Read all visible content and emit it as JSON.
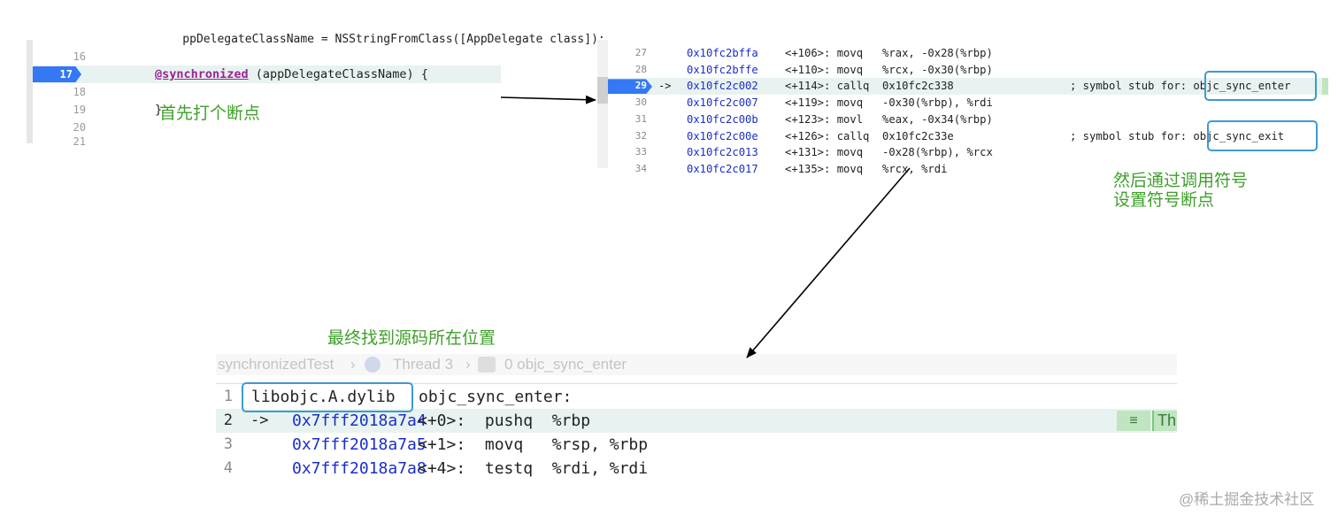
{
  "editor": {
    "lines": [
      {
        "num": "16",
        "code": ""
      },
      {
        "num": "17",
        "keyword": "@synchronized",
        "code": " (appDelegateClassName) {",
        "breakpoint": true
      },
      {
        "num": "18",
        "code": ""
      },
      {
        "num": "19",
        "code": "}"
      },
      {
        "num": "20",
        "code": ""
      }
    ]
  },
  "disasm": {
    "lines": [
      {
        "num": "27",
        "addr": "0x10fc2bffa",
        "rest": "<+106>: movq   %rax, -0x28(%rbp)",
        "comment": ""
      },
      {
        "num": "28",
        "addr": "0x10fc2bffe",
        "rest": "<+110>: movq   %rcx, -0x30(%rbp)",
        "comment": ""
      },
      {
        "num": "29",
        "arrow": "->",
        "addr": "0x10fc2c002",
        "rest": "<+114>: callq  0x10fc2c338",
        "comment": "; symbol stub for: objc_sync_enter",
        "breakpoint": true
      },
      {
        "num": "30",
        "addr": "0x10fc2c007",
        "rest": "<+119>: movq   -0x30(%rbp), %rdi",
        "comment": ""
      },
      {
        "num": "31",
        "addr": "0x10fc2c00b",
        "rest": "<+123>: movl   %eax, -0x34(%rbp)",
        "comment": ""
      },
      {
        "num": "32",
        "addr": "0x10fc2c00e",
        "rest": "<+126>: callq  0x10fc2c33e",
        "comment": "; symbol stub for: objc_sync_exit"
      },
      {
        "num": "33",
        "addr": "0x10fc2c013",
        "rest": "<+131>: movq   -0x28(%rbp), %rcx",
        "comment": ""
      }
    ]
  },
  "annotations": {
    "step1": "首先打个断点",
    "step2": "然后通过调用符号\n设置符号断点",
    "step3": "最终找到源码所在位置"
  },
  "result": {
    "breadcrumb": {
      "project": "synchronizedTest",
      "thread": "Thread 3",
      "frame": "0 objc_sync_enter"
    },
    "lines": [
      {
        "num": "1",
        "lib": "libobjc.A.dylib",
        "symbol": "objc_sync_enter:"
      },
      {
        "num": "2",
        "arrow": "->",
        "addr": "0x7fff2018a7a4",
        "rest": "<+0>:  pushq  %rbp"
      },
      {
        "num": "3",
        "addr": "0x7fff2018a7a5",
        "rest": "<+1>:  movq   %rsp, %rbp"
      },
      {
        "num": "4",
        "addr": "0x7fff2018a7a8",
        "rest": "<+4>:  testq  %rdi, %rdi"
      }
    ],
    "thread_badge": "Th"
  },
  "watermark": "@稀土掘金技术社区",
  "colors": {
    "accent_blue": "#3478f6",
    "box_blue": "#3d9ad1",
    "note_green": "#3fa02c",
    "address_blue": "#1b2ec8",
    "current_line": "#e8f3f1"
  }
}
